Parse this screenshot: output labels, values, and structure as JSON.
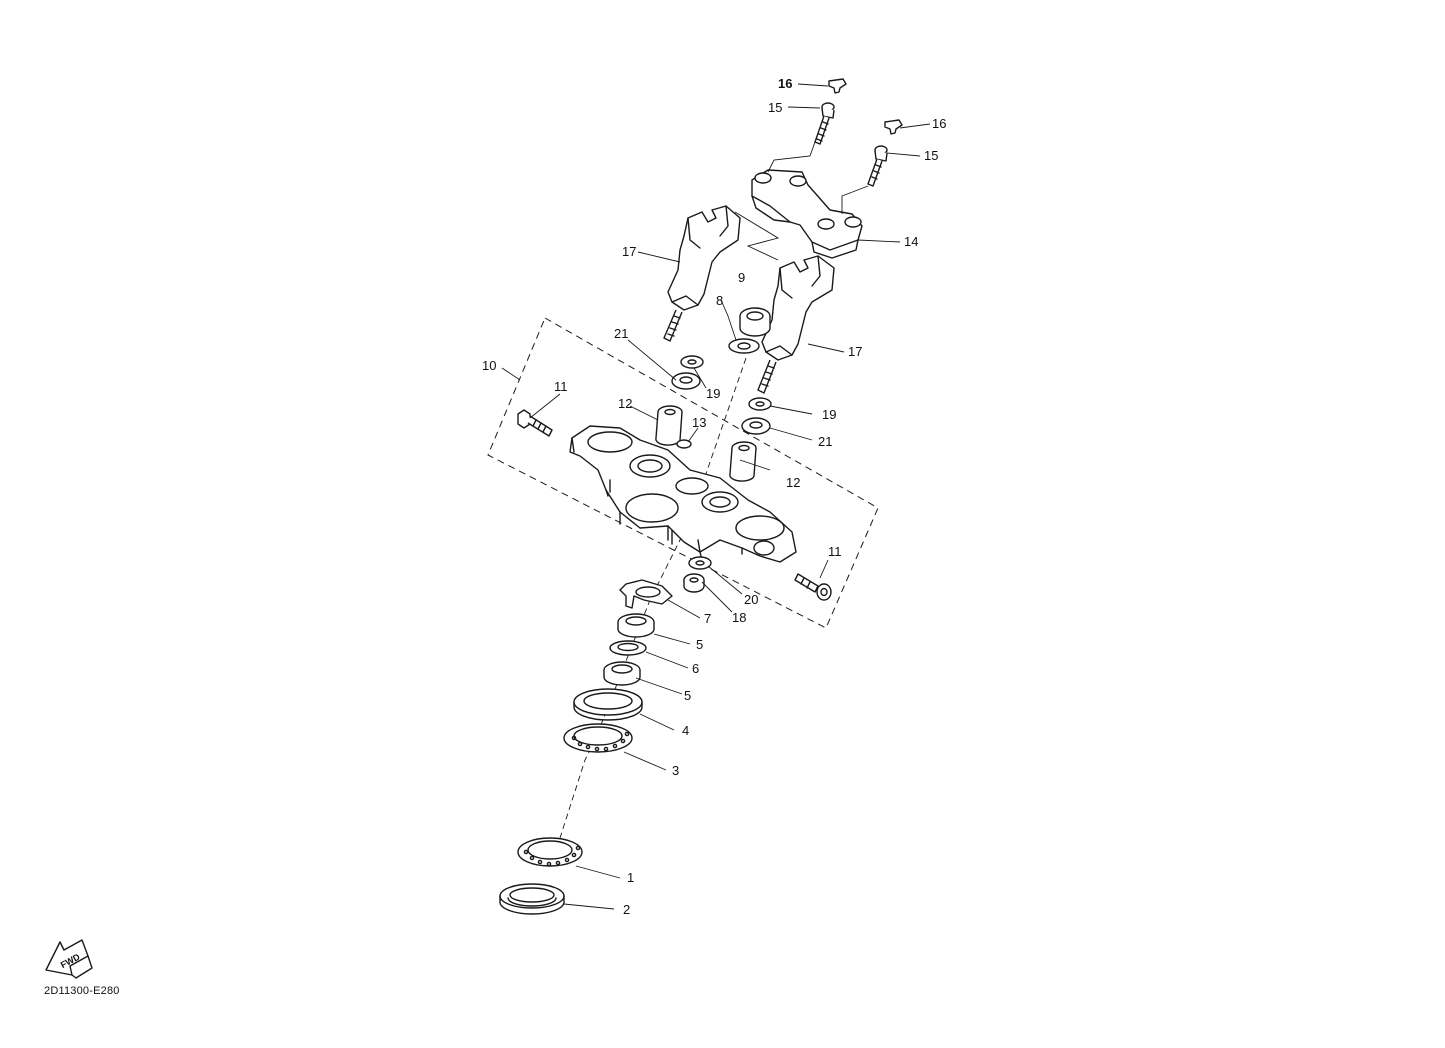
{
  "diagram": {
    "figure_code": "2D11300-E280",
    "fwd_label": "FWD",
    "callouts": {
      "c16a": "16",
      "c15a": "15",
      "c16b": "16",
      "c15b": "15",
      "c14": "14",
      "c17a": "17",
      "c9": "9",
      "c8": "8",
      "c21a": "21",
      "c10": "10",
      "c17b": "17",
      "c19a": "19",
      "c11a": "11",
      "c12a": "12",
      "c13": "13",
      "c19b": "19",
      "c21b": "21",
      "c12b": "12",
      "c11b": "11",
      "c20": "20",
      "c18": "18",
      "c7": "7",
      "c5a": "5",
      "c6": "6",
      "c5b": "5",
      "c4": "4",
      "c3": "3",
      "c1": "1",
      "c2": "2"
    }
  }
}
